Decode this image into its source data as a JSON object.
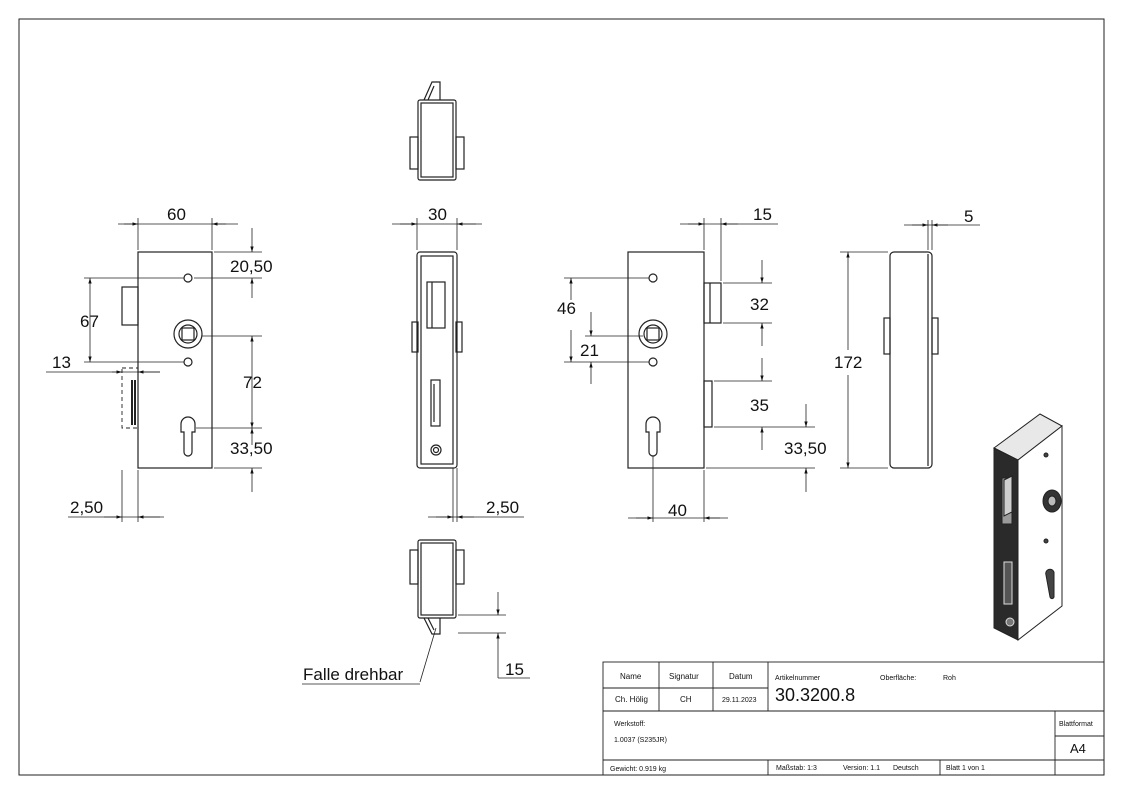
{
  "dimensions": {
    "front": {
      "width": "60",
      "top_hole": "20,50",
      "holes_distance": "67",
      "backset": "13",
      "cylinder": "72",
      "bottom": "33,50",
      "plate": "2,50"
    },
    "side": {
      "width": "30",
      "plate": "2,50",
      "latch": "15"
    },
    "back": {
      "latch_projection": "15",
      "holes": "46",
      "hole_offset": "21",
      "latch_height": "32",
      "bolt_height": "35",
      "bottom": "33,50",
      "cyl_offset": "40"
    },
    "right": {
      "depth": "5",
      "height": "172"
    }
  },
  "callout": "Falle drehbar",
  "title_block": {
    "name_header": "Name",
    "signature_header": "Signatur",
    "date_header": "Datum",
    "name": "Ch. Hölig",
    "signature": "CH",
    "date": "29.11.2023",
    "article_label": "Artikelnummer",
    "article_number": "30.3200.8",
    "surface_label": "Oberfläche:",
    "surface_value": "Roh",
    "material_label": "Werkstoff:",
    "material_value": "1.0037 (S235JR)",
    "format_label": "Blattformat",
    "format_value": "A4",
    "weight": "Gewicht: 0.919 kg",
    "scale": "Maßstab: 1:3",
    "version": "Version: 1.1",
    "language": "Deutsch",
    "sheet": "Blatt 1 von 1"
  }
}
